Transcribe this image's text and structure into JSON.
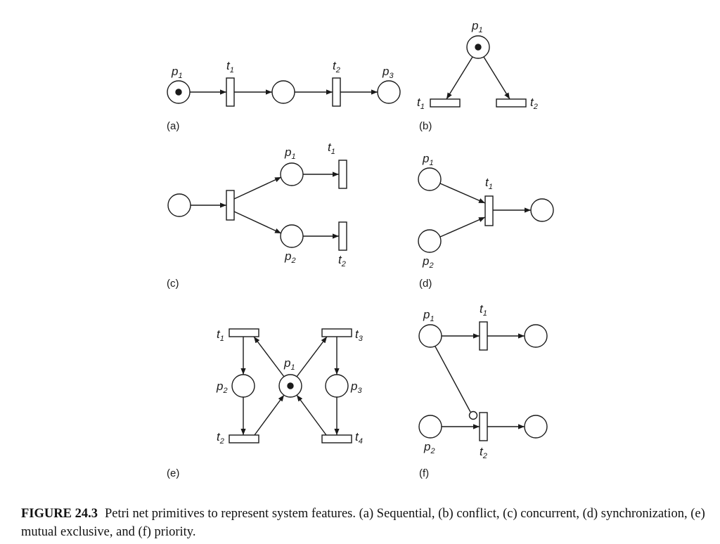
{
  "caption": {
    "figure_number": "FIGURE 24.3",
    "text": "Petri net primitives to represent system features. (a) Sequential, (b) conflict, (c) concurrent, (d) synchronization, (e) mutual exclusive, and (f) priority."
  },
  "panels": {
    "a": {
      "tag": "(a)",
      "p1": {
        "base": "p",
        "sub": "1"
      },
      "t1": {
        "base": "t",
        "sub": "1"
      },
      "t2": {
        "base": "t",
        "sub": "2"
      },
      "p3": {
        "base": "p",
        "sub": "3"
      }
    },
    "b": {
      "tag": "(b)",
      "p1": {
        "base": "p",
        "sub": "1"
      },
      "t1": {
        "base": "t",
        "sub": "1"
      },
      "t2": {
        "base": "t",
        "sub": "2"
      }
    },
    "c": {
      "tag": "(c)",
      "p1": {
        "base": "p",
        "sub": "1"
      },
      "t1": {
        "base": "t",
        "sub": "1"
      },
      "p2": {
        "base": "p",
        "sub": "2"
      },
      "t2": {
        "base": "t",
        "sub": "2"
      }
    },
    "d": {
      "tag": "(d)",
      "p1": {
        "base": "p",
        "sub": "1"
      },
      "t1": {
        "base": "t",
        "sub": "1"
      },
      "p2": {
        "base": "p",
        "sub": "2"
      }
    },
    "e": {
      "tag": "(e)",
      "t1": {
        "base": "t",
        "sub": "1"
      },
      "t3": {
        "base": "t",
        "sub": "3"
      },
      "p1": {
        "base": "p",
        "sub": "1"
      },
      "p2": {
        "base": "p",
        "sub": "2"
      },
      "p3": {
        "base": "p",
        "sub": "3"
      },
      "t2": {
        "base": "t",
        "sub": "2"
      },
      "t4": {
        "base": "t",
        "sub": "4"
      }
    },
    "f": {
      "tag": "(f)",
      "p1": {
        "base": "p",
        "sub": "1"
      },
      "t1": {
        "base": "t",
        "sub": "1"
      },
      "p2": {
        "base": "p",
        "sub": "2"
      },
      "t2": {
        "base": "t",
        "sub": "2"
      }
    }
  }
}
